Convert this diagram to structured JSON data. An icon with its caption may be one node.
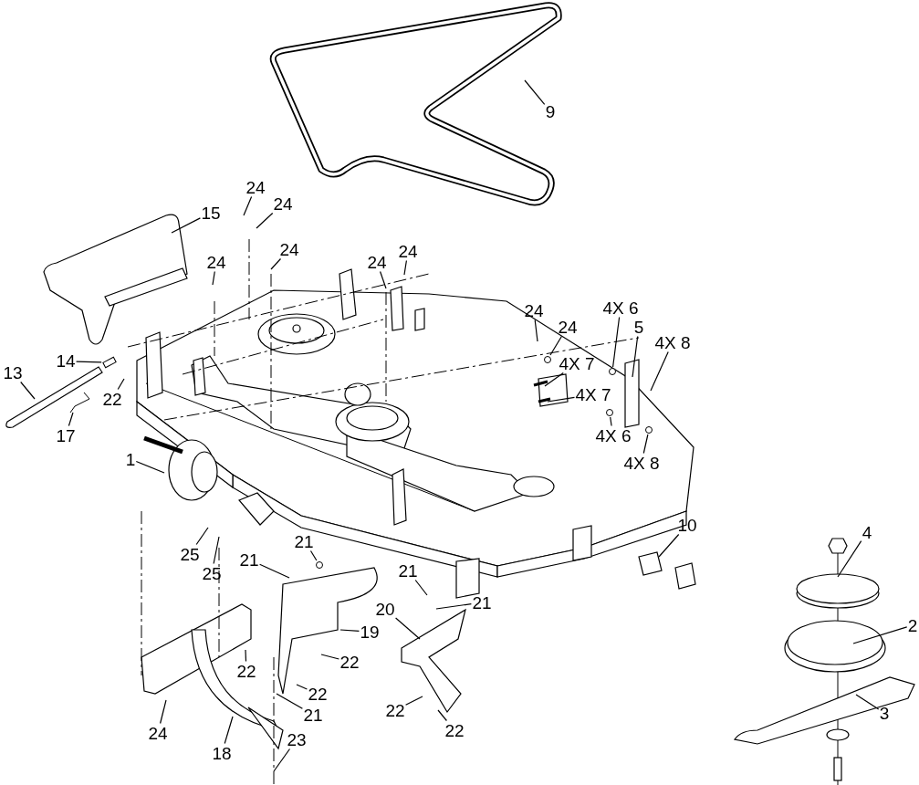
{
  "diagram": {
    "nodes": [
      {
        "text": [
          "9"
        ]
      },
      {
        "text": [
          "24"
        ]
      },
      {
        "text": [
          "24"
        ]
      },
      {
        "text": [
          "15"
        ]
      },
      {
        "text": [
          "24"
        ]
      },
      {
        "text": [
          "24"
        ]
      },
      {
        "text": [
          "24"
        ]
      },
      {
        "text": [
          "24"
        ]
      },
      {
        "text": [
          "4X 6"
        ]
      },
      {
        "text": [
          "24"
        ]
      },
      {
        "text": [
          "5"
        ]
      },
      {
        "text": [
          "24"
        ]
      },
      {
        "text": [
          "4X 8"
        ]
      },
      {
        "text": [
          "14"
        ]
      },
      {
        "text": [
          "4X 7"
        ]
      },
      {
        "text": [
          "13"
        ]
      },
      {
        "text": [
          "4X 7"
        ]
      },
      {
        "text": [
          "22"
        ]
      },
      {
        "text": [
          "17"
        ]
      },
      {
        "text": [
          "4X 6"
        ]
      },
      {
        "text": [
          "1"
        ]
      },
      {
        "text": [
          "4X 8"
        ]
      },
      {
        "text": [
          "10"
        ]
      },
      {
        "text": [
          "4"
        ]
      },
      {
        "text": [
          "21"
        ]
      },
      {
        "text": [
          "25"
        ]
      },
      {
        "text": [
          "21"
        ]
      },
      {
        "text": [
          "25"
        ]
      },
      {
        "text": [
          "21"
        ]
      },
      {
        "text": [
          "21"
        ]
      },
      {
        "text": [
          "20"
        ]
      },
      {
        "text": [
          "2"
        ]
      },
      {
        "text": [
          "19"
        ]
      },
      {
        "text": [
          "22"
        ]
      },
      {
        "text": [
          "22"
        ]
      },
      {
        "text": [
          "22"
        ]
      },
      {
        "text": [
          "3"
        ]
      },
      {
        "text": [
          "22"
        ]
      },
      {
        "text": [
          "21"
        ]
      },
      {
        "text": [
          "22"
        ]
      },
      {
        "text": [
          "24"
        ]
      },
      {
        "text": [
          "23"
        ]
      },
      {
        "text": [
          "18"
        ]
      },
      {
        "text": [],
        "shape": "circle"
      },
      {
        "text": [],
        "shape": "circle"
      },
      {
        "text": [],
        "shape": "circle"
      },
      {
        "text": [],
        "shape": "circle"
      },
      {
        "text": [],
        "shape": "circle"
      },
      {
        "text": [],
        "shape": "box"
      }
    ],
    "edges": [
      {
        "from": 0,
        "to": null,
        "arrow": "none"
      },
      {
        "from": 1,
        "to": null,
        "arrow": "none"
      },
      {
        "from": 2,
        "to": null,
        "arrow": "none"
      },
      {
        "from": 3,
        "to": null,
        "arrow": "none"
      },
      {
        "from": 4,
        "to": null,
        "arrow": "none"
      },
      {
        "from": 5,
        "to": null,
        "arrow": "none"
      },
      {
        "from": 6,
        "to": null,
        "arrow": "none"
      },
      {
        "from": 7,
        "to": null,
        "arrow": "none"
      },
      {
        "from": 8,
        "to": 44,
        "arrow": "none"
      },
      {
        "from": 9,
        "to": null,
        "arrow": "none"
      },
      {
        "from": 10,
        "to": null,
        "arrow": "none"
      },
      {
        "from": 11,
        "to": 43,
        "arrow": "none"
      },
      {
        "from": 12,
        "to": null,
        "arrow": "none"
      },
      {
        "from": 13,
        "to": 48,
        "arrow": "none"
      },
      {
        "from": 14,
        "to": null,
        "arrow": "none"
      },
      {
        "from": 15,
        "to": null,
        "arrow": "none"
      },
      {
        "from": 16,
        "to": null,
        "arrow": "none"
      },
      {
        "from": 17,
        "to": null,
        "arrow": "none"
      },
      {
        "from": 18,
        "to": null,
        "arrow": "none"
      },
      {
        "from": 19,
        "to": 45,
        "arrow": "none"
      },
      {
        "from": 20,
        "to": null,
        "arrow": "none"
      },
      {
        "from": 21,
        "to": 46,
        "arrow": "none"
      },
      {
        "from": 22,
        "to": null,
        "arrow": "none"
      },
      {
        "from": 23,
        "to": null,
        "arrow": "none"
      },
      {
        "from": 24,
        "to": 47,
        "arrow": "none"
      },
      {
        "from": 25,
        "to": null,
        "arrow": "none"
      },
      {
        "from": 26,
        "to": null,
        "arrow": "none"
      },
      {
        "from": 27,
        "to": null,
        "arrow": "none"
      },
      {
        "from": 28,
        "to": null,
        "arrow": "none"
      },
      {
        "from": 29,
        "to": null,
        "arrow": "none"
      },
      {
        "from": 30,
        "to": null,
        "arrow": "none"
      },
      {
        "from": 31,
        "to": null,
        "arrow": "none"
      },
      {
        "from": 32,
        "to": null,
        "arrow": "none"
      },
      {
        "from": 33,
        "to": null,
        "arrow": "none"
      },
      {
        "from": 34,
        "to": null,
        "arrow": "none"
      },
      {
        "from": 35,
        "to": null,
        "arrow": "none"
      },
      {
        "from": 36,
        "to": null,
        "arrow": "none"
      },
      {
        "from": 37,
        "to": null,
        "arrow": "none"
      },
      {
        "from": 38,
        "to": null,
        "arrow": "none"
      },
      {
        "from": 39,
        "to": null,
        "arrow": "none"
      },
      {
        "from": 40,
        "to": null,
        "arrow": "none"
      },
      {
        "from": 41,
        "to": null,
        "arrow": "none"
      },
      {
        "from": 42,
        "to": null,
        "arrow": "none"
      }
    ]
  }
}
